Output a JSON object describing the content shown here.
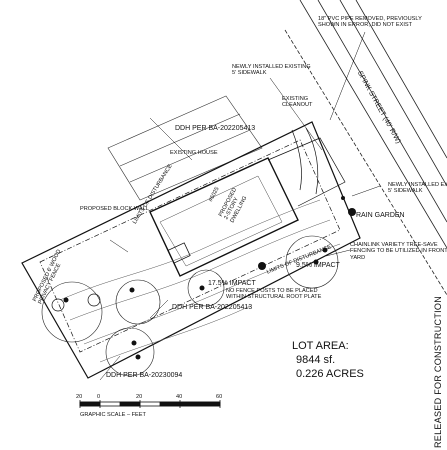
{
  "notes": {
    "pvc_pipe": "18\" PVC PIPE REMOVED, PREVIOUSLY\nSHOWN IN ERROR, DID NOT EXIST",
    "sidewalk_top": "NEWLY INSTALLED EXISTING\n5' SIDEWALK",
    "sidewalk_right": "NEWLY INSTALLED EXISTING\n5' SIDEWALK",
    "existing_cleanout": "EXISTING\nCLEANOUT",
    "street": "SPINK STREET (40' R/W)",
    "rain_garden": "RAIN GARDEN",
    "chainlink": "CHAINLINK VARIETY TREE-SAVE\nFENCING TO BE UTILIZED IN FRONT\nYARD",
    "limits_upper": "LIMITS OF DISTURBANCE",
    "limits_lower": "LIMITS OF DISTURBANCE",
    "block_wall": "PROPOSED BLOCK WALL",
    "wood_fence": "PROPOSED 6' WOOD\nPRIVACY FENCE",
    "no_fence_posts": "NO FENCE POSTS TO BE PLACED\nWITHIN STRUCTURAL ROOT PLATE",
    "existing_house": "EXISTING HOUSE",
    "house_address": "#6025",
    "house_desc": "PROPOSED\n2-STORY\nDWELLING"
  },
  "ddh_labels": [
    "DDH PER BA-202205413",
    "DDH PER BA-202205413",
    "DDH PER BA-20230094"
  ],
  "impacts": [
    "9.5% IMPACT",
    "17.5% IMPACT"
  ],
  "lot_area": {
    "title": "LOT AREA:",
    "sqft": "9844 sf.",
    "acres": "0.226 ACRES"
  },
  "scale": {
    "ticks": [
      "20",
      "0",
      "20",
      "40",
      "60"
    ],
    "label": "GRAPHIC SCALE – FEET"
  },
  "stamp": "RELEASED FOR CONSTRUCTION"
}
